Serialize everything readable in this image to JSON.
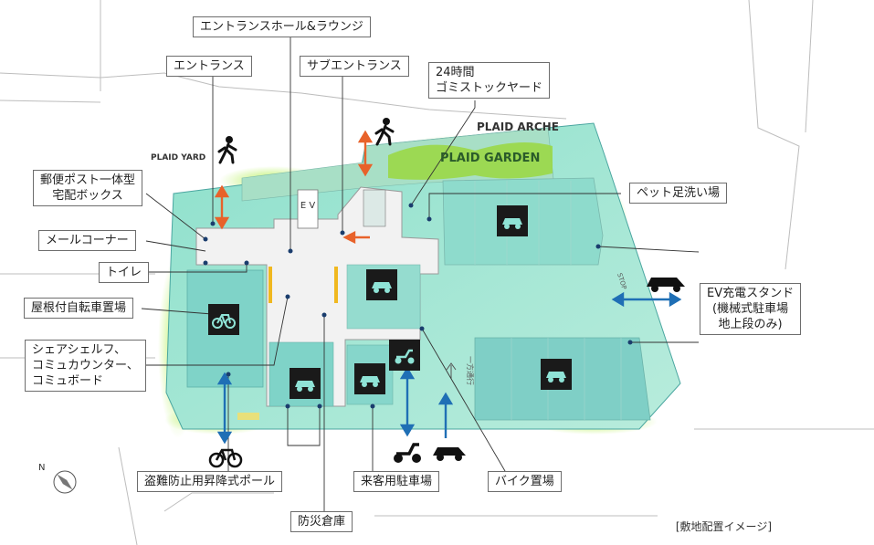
{
  "callouts": {
    "entrance_hall": "エントランスホール&ラウンジ",
    "entrance": "エントランス",
    "sub_entrance": "サブエントランス",
    "garbage": "24時間\nゴミストックヤード",
    "postbox": "郵便ポスト一体型\n宅配ボックス",
    "mail_corner": "メールコーナー",
    "toilet": "トイレ",
    "bicycle_parking": "屋根付自転車置場",
    "share_shelf": "シェアシェルフ、\nコミュカウンター、\nコミュボード",
    "pet_wash": "ペット足洗い場",
    "ev_stand": "EV充電スタンド\n(機械式駐車場\n地上段のみ)",
    "anti_theft_pole": "盗難防止用昇降式ポール",
    "visitor_parking": "来客用駐車場",
    "bike_parking": "バイク置場",
    "disaster_storage": "防災倉庫"
  },
  "places": {
    "plaid_yard": "PLAID YARD",
    "plaid_arche": "PLAID ARCHE",
    "plaid_garden": "PLAID GARDEN"
  },
  "map_labels": {
    "ev": "E V",
    "stop": "STOP",
    "one_way": "一方通行"
  },
  "caption": "[敷地配置イメージ]",
  "compass": "N",
  "colors": {
    "site_fill": "#a8e8d8",
    "parking_fill": "#8fd8cc",
    "green": "#8fd63a",
    "arrow_blue": "#1f6fb5",
    "arrow_orange": "#e8622a",
    "car_icon_bg": "#1a1a1a"
  },
  "icons": [
    "walker-icon",
    "car-icon",
    "bicycle-icon",
    "scooter-icon",
    "compass-icon"
  ]
}
